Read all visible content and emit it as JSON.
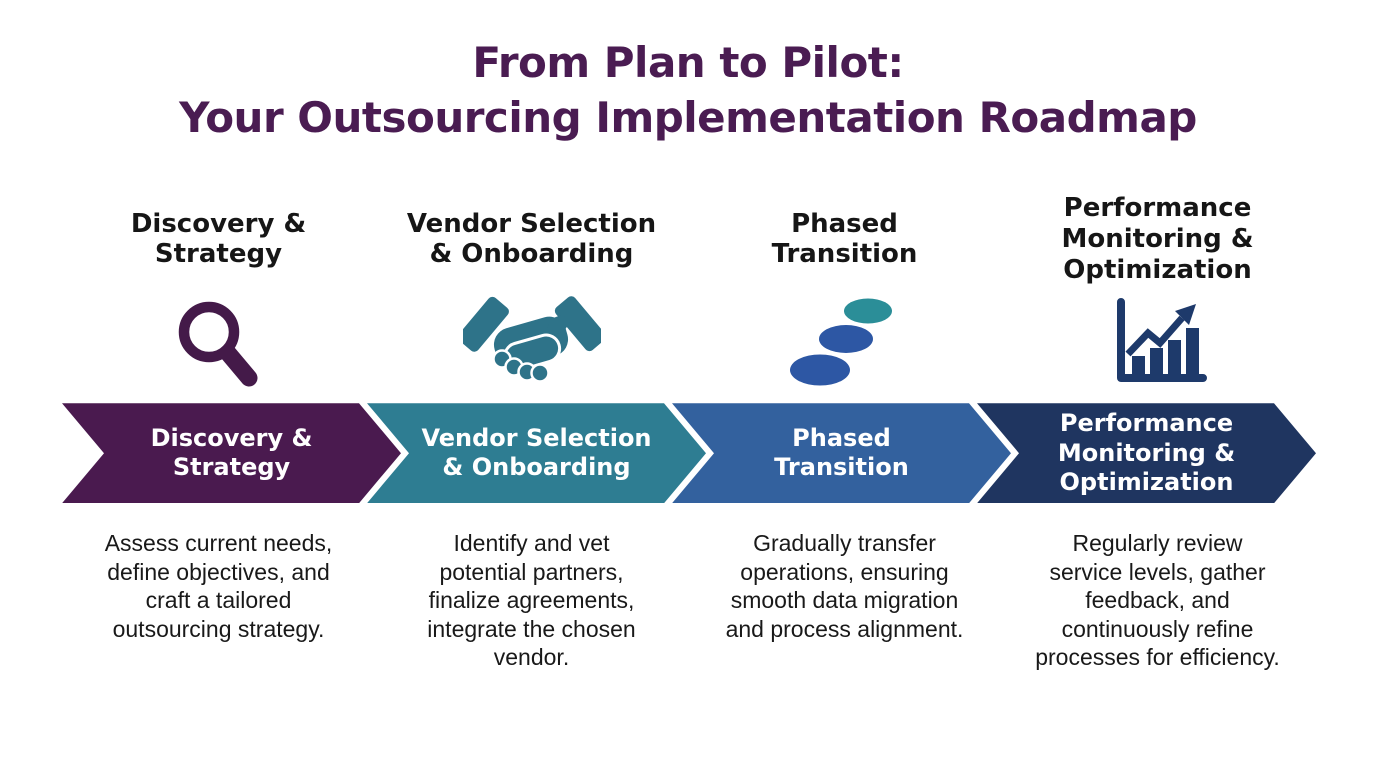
{
  "title": "From Plan to Pilot:\nYour Outsourcing Implementation Roadmap",
  "colors": {
    "title": "#4a1c52",
    "header_text": "#161616",
    "body_text": "#191919",
    "banner_text": "#ffffff",
    "stage1": "#4a1a4f",
    "stage2": "#2e7d92",
    "stage3": "#33619e",
    "stage4": "#1f3560",
    "magnifier_icon": "#441a49",
    "handshake_icon": "#2e7389",
    "steps_blue": "#2d57a4",
    "steps_teal": "#2b8e98",
    "chart_navy": "#1e3a6b"
  },
  "stages": [
    {
      "header": "Discovery &\nStrategy",
      "icon": "magnifying-glass",
      "banner_label": "Discovery &\nStrategy",
      "description": "Assess current needs,\ndefine objectives, and\ncraft a tailored\noutsourcing strategy."
    },
    {
      "header": "Vendor Selection\n& Onboarding",
      "icon": "handshake",
      "banner_label": "Vendor Selection\n& Onboarding",
      "description": "Identify and vet\npotential partners,\nfinalize agreements,\nintegrate the chosen\nvendor."
    },
    {
      "header": "Phased\nTransition",
      "icon": "ascending-steps",
      "banner_label": "Phased\nTransition",
      "description": "Gradually transfer\noperations, ensuring\nsmooth data migration\nand process alignment."
    },
    {
      "header": "Performance\nMonitoring &\nOptimization",
      "icon": "growth-chart",
      "banner_label": "Performance\nMonitoring &\nOptimization",
      "description": "Regularly review\nservice levels, gather\nfeedback, and\ncontinuously refine\nprocesses for efficiency."
    }
  ]
}
